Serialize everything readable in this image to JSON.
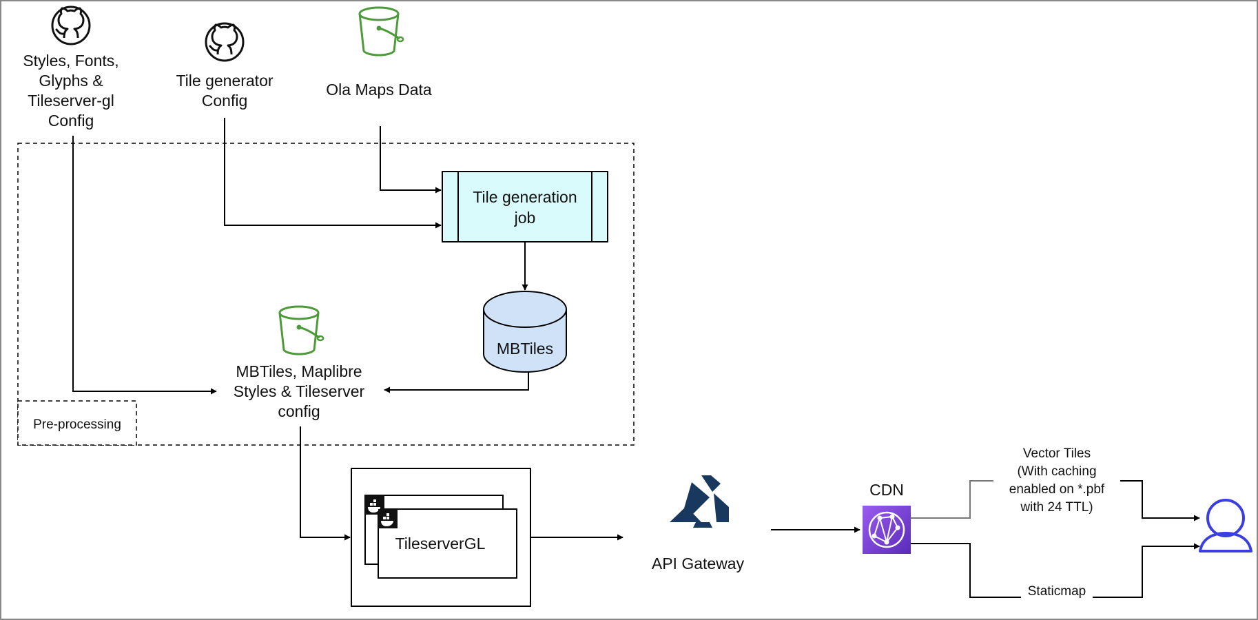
{
  "sources": {
    "styles_fonts": [
      "Styles, Fonts,",
      "Glyphs &",
      "Tileserver-gl",
      "Config"
    ],
    "tile_generator": [
      "Tile generator",
      "Config"
    ],
    "ola_maps_data": "Ola Maps Data"
  },
  "preprocessing": {
    "label": "Pre-processing",
    "tile_job": [
      "Tile generation",
      "job"
    ],
    "mbtiles_db": "MBTiles",
    "bundle": [
      "MBTiles, Maplibre",
      "Styles & Tileserver",
      "config"
    ]
  },
  "serving": {
    "tileserver": "TileserverGL",
    "api_gateway": "API Gateway",
    "cdn": "CDN"
  },
  "edges": {
    "vector_tiles": [
      "Vector Tiles",
      "(With caching",
      "enabled on *.pbf",
      "with 24 TTL)"
    ],
    "staticmap": "Staticmap"
  },
  "icons": {
    "github": "github-icon",
    "bucket": "s3-bucket-icon",
    "docker": "docker-icon",
    "kong": "kong-gateway-icon",
    "cloudfront": "cloudfront-icon",
    "user": "user-icon"
  },
  "colors": {
    "job_fill": "#d9fbfb",
    "db_fill": "#cfe2f8",
    "bucket_green": "#4d9a3a",
    "cdn_purple": "#7b3fd0",
    "kong_navy": "#19385e",
    "user_blue": "#3b3fe0"
  }
}
